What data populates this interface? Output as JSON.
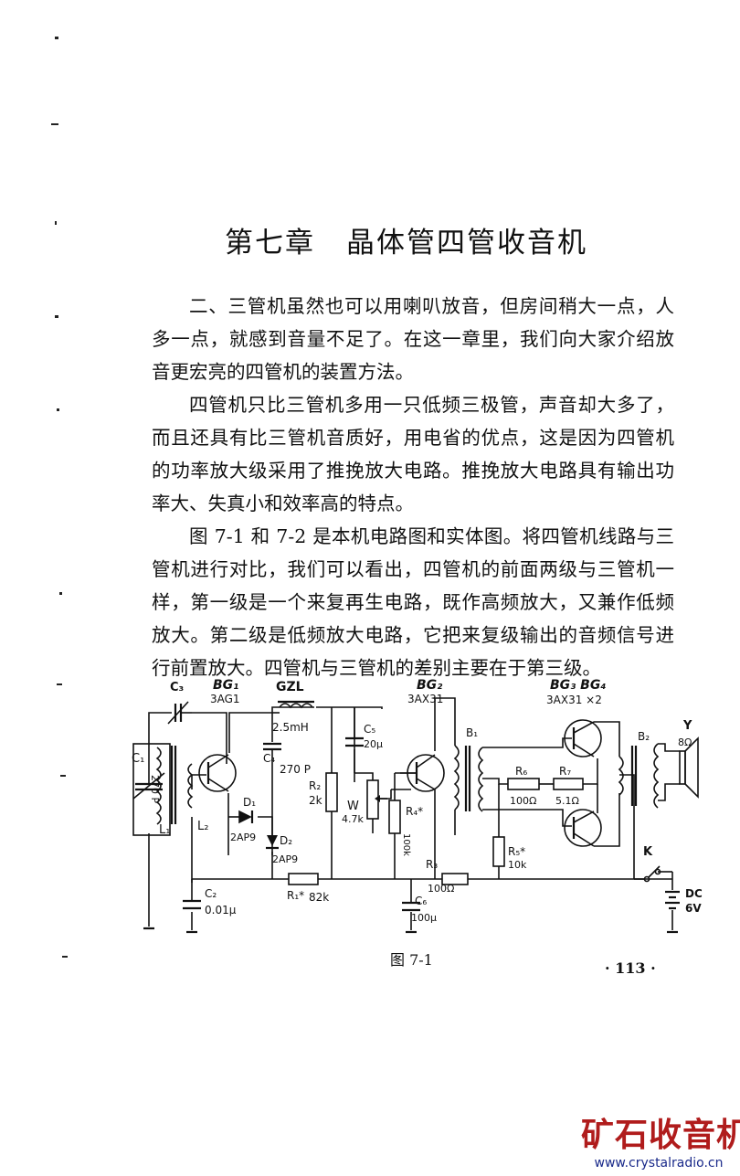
{
  "chapter_title": {
    "number": "第七章",
    "name": "晶体管四管收音机"
  },
  "paragraphs": [
    "二、三管机虽然也可以用喇叭放音，但房间稍大一点，人多一点，就感到音量不足了。在这一章里，我们向大家介绍放音更宏亮的四管机的装置方法。",
    "四管机只比三管机多用一只低频三极管，声音却大多了，而且还具有比三管机音质好，用电省的优点，这是因为四管机的功率放大级采用了推挽放大电路。推挽放大电路具有输出功率大、失真小和效率高的特点。",
    "图 7-1 和 7-2 是本机电路图和实体图。将四管机线路与三管机进行对比，我们可以看出，四管机的前面两级与三管机一样，第一级是一个来复再生电路，既作高频放大，又兼作低频放大。第二级是低频放大电路，它把来复级输出的音频信号进行前置放大。四管机与三管机的差别主要在于第三级。"
  ],
  "figure": {
    "caption": "图   7-1",
    "labels": {
      "c3": "C₃",
      "bg1": "BG₁",
      "bg1_type": "3AG1",
      "gzl": "GZL",
      "gzl_value": "2.5mH",
      "c4": "C₄",
      "c4_value": "270 P",
      "c1": "C₁",
      "c1_value": "270 P",
      "l1": "L₁",
      "l2": "L₂",
      "d1": "D₁",
      "d1_type": "2AP9",
      "d2": "D₂",
      "d2_type": "2AP9",
      "c2": "C₂",
      "c2_value": "0.01μ",
      "r1": "R₁*",
      "r1_value": "82k",
      "r2": "R₂",
      "r2_value": "2k",
      "c5": "C₅",
      "c5_value": "20μ",
      "w": "W",
      "w_value": "4.7k",
      "r4": "R₄*",
      "r4_value": "100k",
      "bg2": "BG₂",
      "bg2_type": "3AX31",
      "b1": "B₁",
      "r3": "R₃",
      "r3_value": "100Ω",
      "c6": "C₆",
      "c6_value": "100μ",
      "bg34": "BG₃  BG₄",
      "bg34_type": "3AX31 ×2",
      "r6": "R₆",
      "r6_value": "100Ω",
      "r7": "R₇",
      "r7_value": "5.1Ω",
      "r5": "R₅*",
      "r5_value": "10k",
      "b2": "B₂",
      "y": "Y",
      "y_value": "8Ω",
      "k": "K",
      "dc": "DC",
      "dc_value": "6V"
    }
  },
  "page_number": "· 113 ·",
  "watermark": {
    "logo": "矿石收音机",
    "url": "www.crystalradio.cn"
  }
}
